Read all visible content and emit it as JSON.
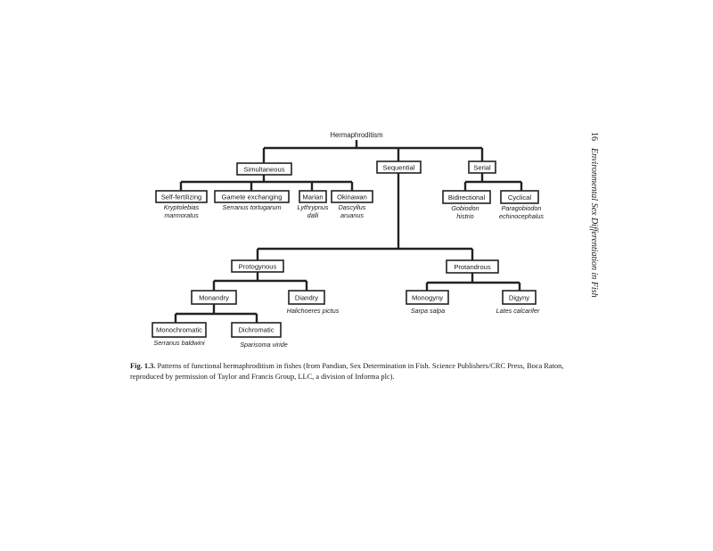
{
  "diagram": {
    "root": "Hermaphroditism",
    "level1": {
      "simultaneous": "Simultaneous",
      "sequential": "Sequential",
      "serial": "Serial"
    },
    "simultaneous_children": [
      {
        "label": "Self-fertilizing",
        "species": [
          "Kryptolebias",
          "marmoratus"
        ]
      },
      {
        "label": "Gamete exchanging",
        "species": [
          "Serranus tortugarum"
        ]
      },
      {
        "label": "Marian",
        "species": [
          "Lythrypnus",
          "dalli"
        ]
      },
      {
        "label": "Okinawan",
        "species": [
          "Dascyllus",
          "aruanus"
        ]
      }
    ],
    "serial_children": [
      {
        "label": "Bidirectional",
        "species": [
          "Gobiodon",
          "histrio"
        ]
      },
      {
        "label": "Cyclical",
        "species": [
          "Paragobiodon",
          "echinocephalus"
        ]
      }
    ],
    "sequential_children": {
      "protogynous": "Protogynous",
      "protandrous": "Protandrous"
    },
    "protogynous_children": {
      "monandry": "Monandry",
      "diandry": {
        "label": "Diandry",
        "species": [
          "Halichoeres pictus"
        ]
      }
    },
    "monandry_children": [
      {
        "label": "Monochromatic",
        "species": [
          "Serranus baldwini"
        ]
      },
      {
        "label": "Dichromatic",
        "species": [
          "Sparisoma viride"
        ]
      }
    ],
    "protandrous_children": [
      {
        "label": "Monogyny",
        "species": [
          "Sarpa salpa"
        ]
      },
      {
        "label": "Digyny",
        "species": [
          "Lates calcarifer"
        ]
      }
    ]
  },
  "caption": {
    "label": "Fig. 1.3.",
    "text": "Patterns of functional hermaphroditism in fishes (from Pandian, Sex Determination in Fish. Science Publishers/CRC Press, Boca Raton, reproduced by permission of Taylor and Francis Group, LLC, a division of Informa plc)."
  },
  "running_head": {
    "page_number": "16",
    "title": "Environmental Sex Differentiation in Fish"
  }
}
